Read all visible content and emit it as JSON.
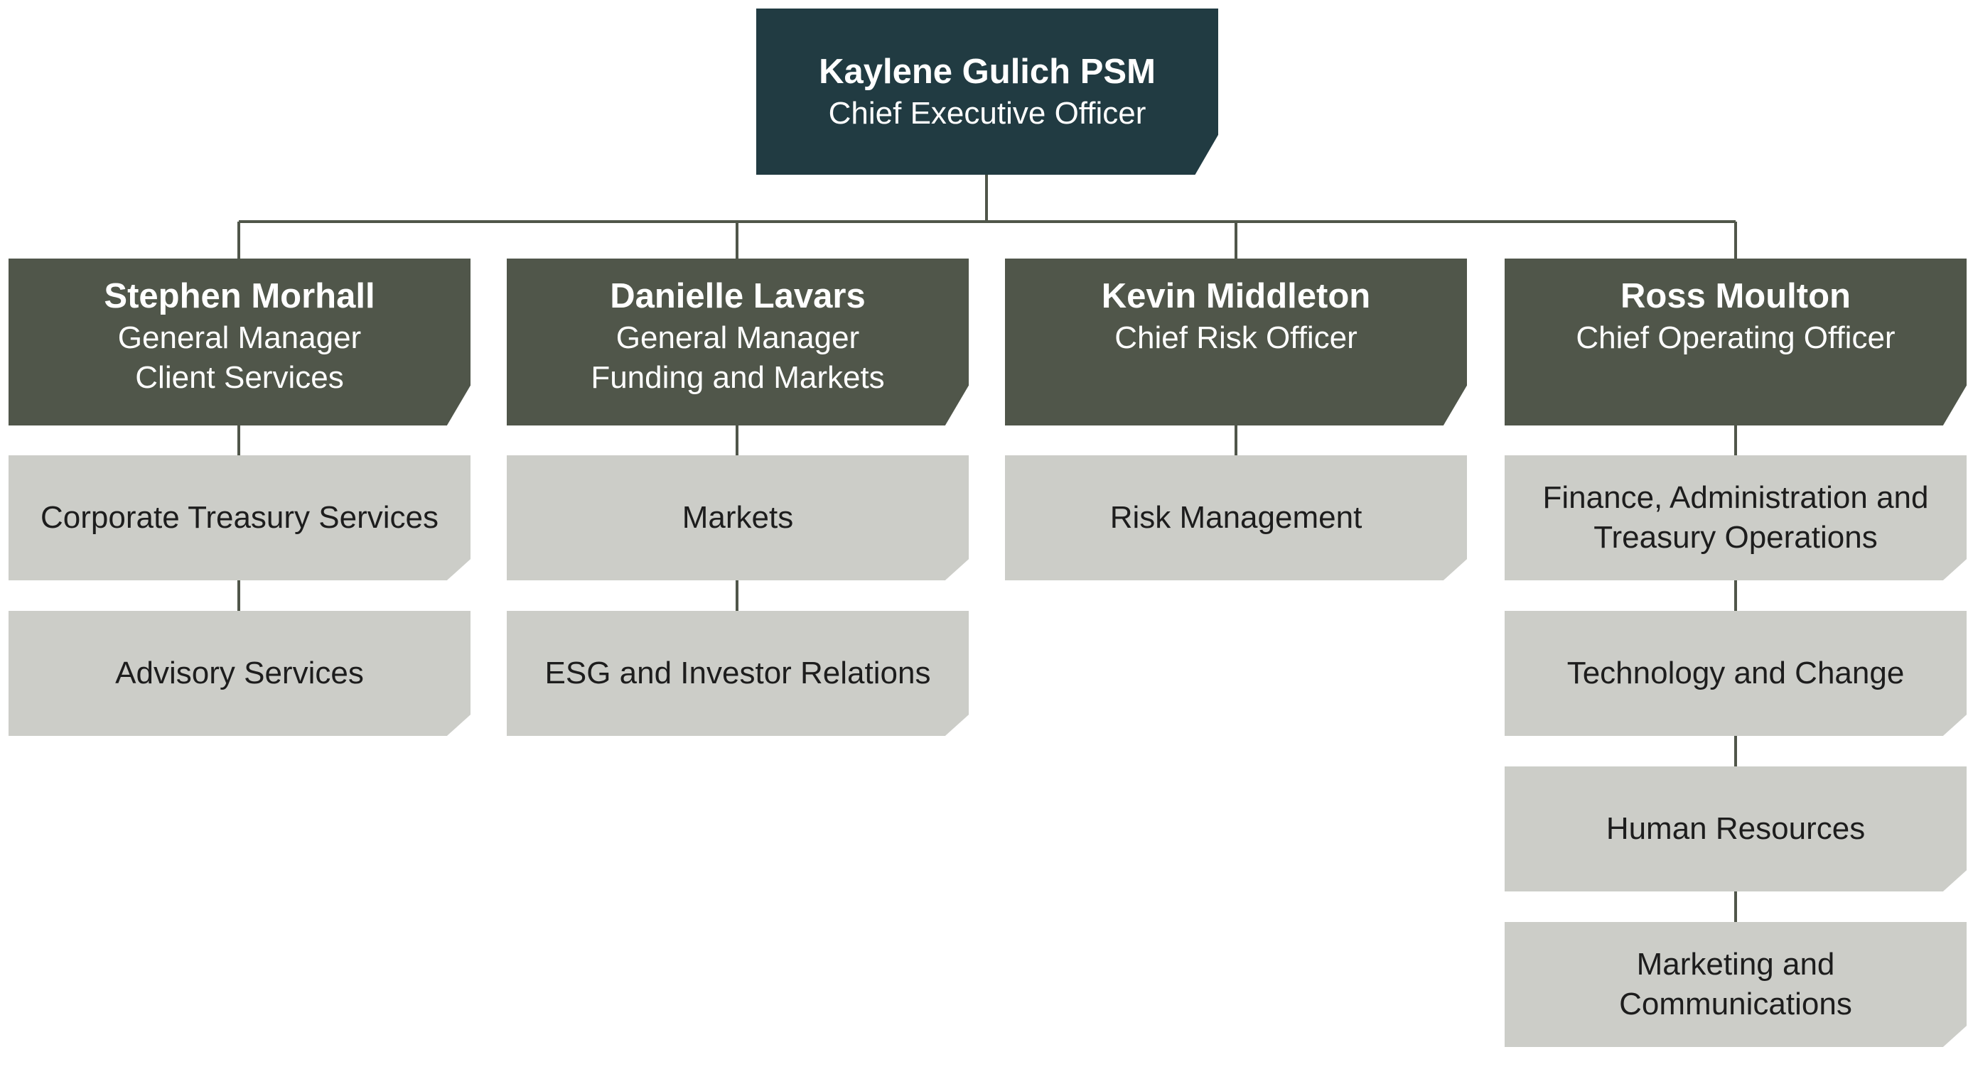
{
  "ceo": {
    "name": "Kaylene Gulich PSM",
    "title": "Chief Executive Officer"
  },
  "executives": [
    {
      "name": "Stephen Morhall",
      "title_lines": [
        "General Manager",
        "Client Services"
      ],
      "units": [
        "Corporate Treasury Services",
        "Advisory Services"
      ]
    },
    {
      "name": "Danielle Lavars",
      "title_lines": [
        "General Manager",
        "Funding and Markets"
      ],
      "units": [
        "Markets",
        "ESG and Investor Relations"
      ]
    },
    {
      "name": "Kevin Middleton",
      "title_lines": [
        "Chief Risk Officer"
      ],
      "units": [
        "Risk Management"
      ]
    },
    {
      "name": "Ross Moulton",
      "title_lines": [
        "Chief Operating Officer"
      ],
      "units": [
        "Finance, Administration and Treasury Operations",
        "Technology and Change",
        "Human Resources",
        "Marketing and Communications"
      ]
    }
  ],
  "colors": {
    "ceo_box": "#213b42",
    "executive_box": "#50564a",
    "unit_box": "#cccdc8",
    "connector": "#50564a"
  }
}
